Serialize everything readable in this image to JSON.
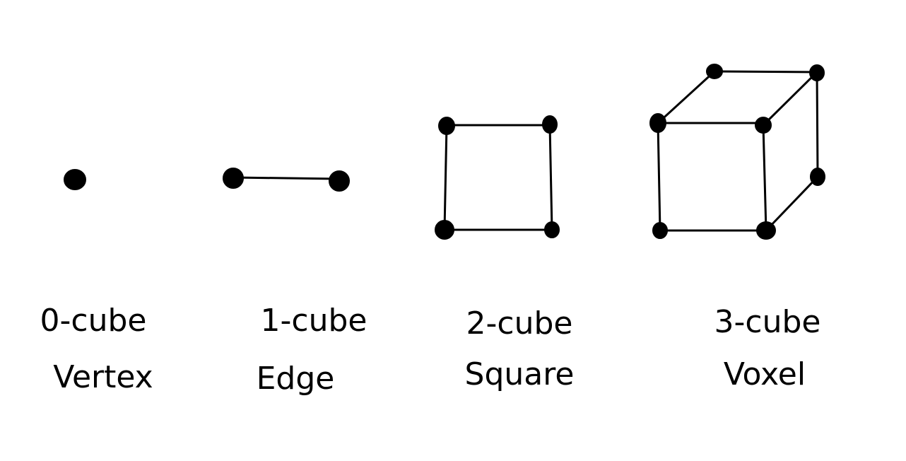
{
  "colors": {
    "background": "#ffffff",
    "ink": "#000000"
  },
  "figures": [
    {
      "id": "0-cube",
      "title": "0-cube",
      "name": "Vertex"
    },
    {
      "id": "1-cube",
      "title": "1-cube",
      "name": "Edge"
    },
    {
      "id": "2-cube",
      "title": "2-cube",
      "name": "Square"
    },
    {
      "id": "3-cube",
      "title": "3-cube",
      "name": "Voxel"
    }
  ]
}
